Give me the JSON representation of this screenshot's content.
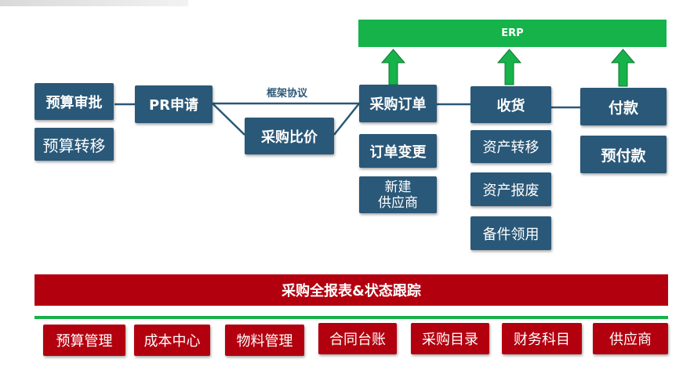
{
  "erp": "ERP",
  "framework_agreement": "框架协议",
  "flow": {
    "budget_approval": "预算审批",
    "budget_transfer": "预算转移",
    "pr_request": "PR申请",
    "price_comparison": "采购比价",
    "purchase_order": "采购订单",
    "order_change": "订单变更",
    "new_supplier_line1": "新建",
    "new_supplier_line2": "供应商",
    "receiving": "收货",
    "asset_transfer": "资产转移",
    "asset_scrap": "资产报废",
    "spare_parts": "备件领用",
    "payment": "付款",
    "prepayment": "预付款"
  },
  "report_bar": "采购全报表&状态跟踪",
  "modules": [
    "预算管理",
    "成本中心",
    "物料管理",
    "合同台账",
    "采购目录",
    "财务科目",
    "供应商"
  ],
  "colors": {
    "blue": "#2a5878",
    "green": "#16b24a",
    "red": "#b3000f"
  }
}
